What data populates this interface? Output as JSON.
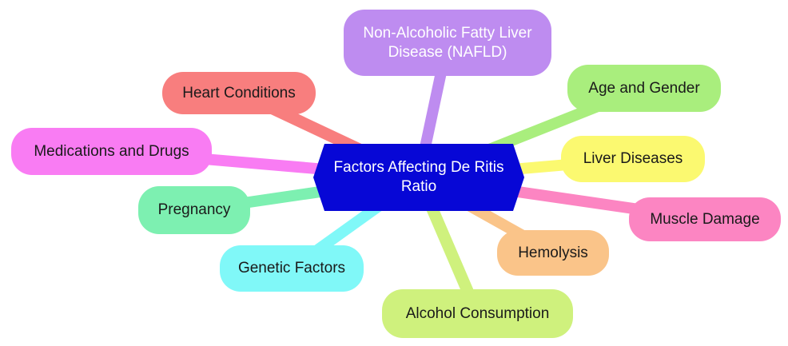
{
  "figure": {
    "type": "mindmap",
    "background": "#FFFFFF"
  },
  "central": {
    "label": "Factors Affecting De Ritis Ratio",
    "line1": "Factors Affecting De Ritis",
    "line2": "Ratio",
    "color": "#0707D6",
    "text_color": "#FFFFFF"
  },
  "nodes": [
    {
      "id": "nafld",
      "label": "Non-Alcoholic Fatty Liver Disease (NAFLD)",
      "line1": "Non-Alcoholic Fatty Liver",
      "line2": "Disease (NAFLD)",
      "color": "#BE8CF0",
      "text_color": "#FFFFFF"
    },
    {
      "id": "heart-conditions",
      "label": "Heart Conditions",
      "color": "#F87E7E",
      "text_color": "#1A1A1A"
    },
    {
      "id": "medications-and-drugs",
      "label": "Medications and Drugs",
      "color": "#F97CF3",
      "text_color": "#1A1A1A"
    },
    {
      "id": "pregnancy",
      "label": "Pregnancy",
      "color": "#7DF0B1",
      "text_color": "#1A1A1A"
    },
    {
      "id": "genetic-factors",
      "label": "Genetic Factors",
      "color": "#80F8F8",
      "text_color": "#1A1A1A"
    },
    {
      "id": "alcohol-consumption",
      "label": "Alcohol Consumption",
      "color": "#CFF17D",
      "text_color": "#1A1A1A"
    },
    {
      "id": "hemolysis",
      "label": "Hemolysis",
      "color": "#FAC489",
      "text_color": "#1A1A1A"
    },
    {
      "id": "muscle-damage",
      "label": "Muscle Damage",
      "color": "#FC85C2",
      "text_color": "#1A1A1A"
    },
    {
      "id": "liver-diseases",
      "label": "Liver Diseases",
      "color": "#FBF970",
      "text_color": "#1A1A1A"
    },
    {
      "id": "age-and-gender",
      "label": "Age and Gender",
      "color": "#A9EE7D",
      "text_color": "#1A1A1A"
    }
  ]
}
